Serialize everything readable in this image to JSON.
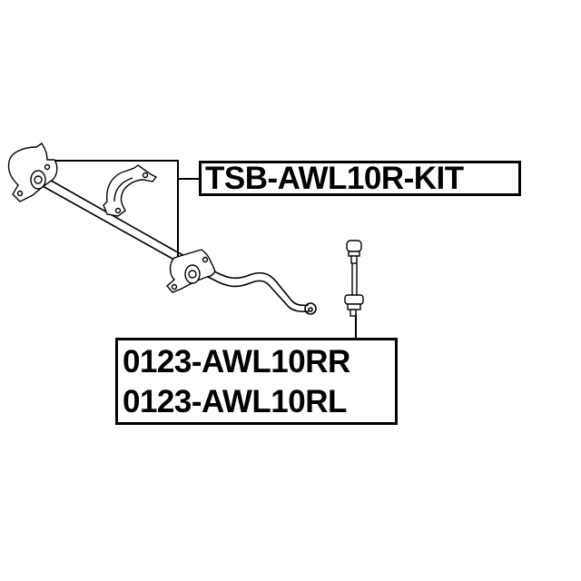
{
  "diagram": {
    "type": "auto-parts-exploded-view",
    "components": [
      {
        "name": "stabilizer-bar",
        "description": "Rear anti-roll (stabilizer) bar"
      },
      {
        "name": "stabilizer-bushing-left",
        "description": "Stabilizer bar bushing with bracket (left)"
      },
      {
        "name": "stabilizer-bushing-clamp",
        "description": "Bushing clamp bracket"
      },
      {
        "name": "stabilizer-bushing-right",
        "description": "Stabilizer bar bushing with bracket (right)"
      },
      {
        "name": "stabilizer-link",
        "description": "Stabilizer end link"
      }
    ]
  },
  "labels": {
    "kit": {
      "text": "TSB-AWL10R-KIT"
    },
    "link": {
      "lines": [
        "0123-AWL10RR",
        "0123-AWL10RL"
      ]
    }
  },
  "colors": {
    "line": "#000000",
    "background": "#ffffff"
  }
}
